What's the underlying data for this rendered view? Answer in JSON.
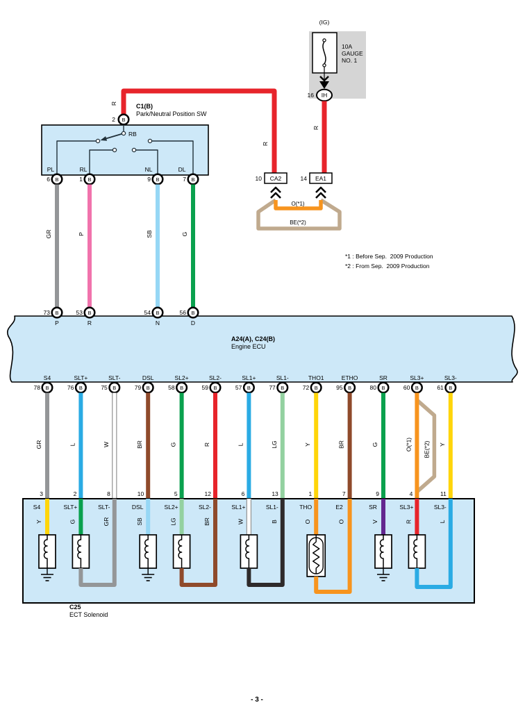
{
  "page": {
    "number": "- 3 -"
  },
  "colors": {
    "red": "#e7242b",
    "gray": "#949698",
    "pink": "#f173ac",
    "skyblue": "#96d7f5",
    "green": "#0aa14e",
    "blue": "#2aabe4",
    "white": "#ffffff",
    "brown": "#8f4a2b",
    "ltgreen": "#93d1a0",
    "yellow": "#ffd50a",
    "orange": "#f7941e",
    "beige": "#c0aa8e",
    "violet": "#63278f",
    "black": "#2e2a2b",
    "panel": "#cde8f8",
    "fuse_bg": "#d5d5d5",
    "line": "#22313a"
  },
  "fuse": {
    "ig": "(IG)",
    "rating": "10A\nGAUGE\nNO. 1",
    "pin": "16",
    "pin_label": "IH",
    "wire": "R"
  },
  "c1": {
    "code": "C1(B)",
    "name": "Park/Neutral Position SW",
    "top_pin": "2",
    "rb": "RB",
    "wire_up": "R",
    "wire_right": "R",
    "terminals": [
      {
        "label": "PL",
        "pin": "6",
        "wire": "GR",
        "color": "gray"
      },
      {
        "label": "RL",
        "pin": "1",
        "wire": "P",
        "color": "pink"
      },
      {
        "label": "NL",
        "pin": "9",
        "wire": "SB",
        "color": "skyblue"
      },
      {
        "label": "DL",
        "pin": "7",
        "wire": "G",
        "color": "green"
      }
    ]
  },
  "junction": {
    "left_pin": "10",
    "left": "CA2",
    "right_pin": "14",
    "right": "EA1",
    "wire1": "O(*1)",
    "wire2": "BE(*2)"
  },
  "notes": [
    "*1 : Before Sep.  2009 Production",
    "*2 : From Sep.  2009 Production"
  ],
  "ecu": {
    "code": "A24(A), C24(B)",
    "name": "Engine ECU",
    "pin_letter": "B",
    "top_pins": [
      {
        "no": "73",
        "label": "P"
      },
      {
        "no": "53",
        "label": "R"
      },
      {
        "no": "54",
        "label": "N"
      },
      {
        "no": "56",
        "label": "D"
      }
    ]
  },
  "columns": [
    {
      "ecu_label": "S4",
      "ecu_pin": "78",
      "wire": "GR",
      "color": "gray",
      "c25_pin": "3",
      "c25_label": "S4",
      "inner": "Y",
      "inner_color": "yellow",
      "comp": "coil",
      "gnd": true
    },
    {
      "ecu_label": "SLT+",
      "ecu_pin": "76",
      "wire": "L",
      "color": "blue",
      "c25_pin": "2",
      "c25_label": "SLT+",
      "inner": "G",
      "inner_color": "green",
      "comp": "coil"
    },
    {
      "ecu_label": "SLT-",
      "ecu_pin": "75",
      "wire": "W",
      "color": "white",
      "c25_pin": "8",
      "c25_label": "SLT-",
      "inner": "GR",
      "inner_color": "gray"
    },
    {
      "ecu_label": "DSL",
      "ecu_pin": "79",
      "wire": "BR",
      "color": "brown",
      "c25_pin": "10",
      "c25_label": "DSL",
      "inner": "SB",
      "inner_color": "skyblue",
      "comp": "coil",
      "gnd": true
    },
    {
      "ecu_label": "SL2+",
      "ecu_pin": "58",
      "wire": "G",
      "color": "green",
      "c25_pin": "5",
      "c25_label": "SL2+",
      "inner": "LG",
      "inner_color": "ltgreen",
      "comp": "coil"
    },
    {
      "ecu_label": "SL2-",
      "ecu_pin": "59",
      "wire": "R",
      "color": "red",
      "c25_pin": "12",
      "c25_label": "SL2-",
      "inner": "BR",
      "inner_color": "brown"
    },
    {
      "ecu_label": "SL1+",
      "ecu_pin": "57",
      "wire": "L",
      "color": "blue",
      "c25_pin": "6",
      "c25_label": "SL1+",
      "inner": "W",
      "inner_color": "white",
      "comp": "coil"
    },
    {
      "ecu_label": "SL1-",
      "ecu_pin": "77",
      "wire": "LG",
      "color": "ltgreen",
      "c25_pin": "13",
      "c25_label": "SL1-",
      "inner": "B",
      "inner_color": "black"
    },
    {
      "ecu_label": "THO1",
      "ecu_pin": "72",
      "wire": "Y",
      "color": "yellow",
      "c25_pin": "1",
      "c25_label": "THO",
      "inner": "O",
      "inner_color": "orange",
      "comp": "thermistor"
    },
    {
      "ecu_label": "ETHO",
      "ecu_pin": "95",
      "wire": "BR",
      "color": "brown",
      "c25_pin": "7",
      "c25_label": "E2",
      "inner": "O",
      "inner_color": "orange"
    },
    {
      "ecu_label": "SR",
      "ecu_pin": "80",
      "wire": "G",
      "color": "green",
      "c25_pin": "9",
      "c25_label": "SR",
      "inner": "V",
      "inner_color": "violet",
      "comp": "coil",
      "gnd": true
    },
    {
      "ecu_label": "SL3+",
      "ecu_pin": "60",
      "wire": "O(*1)",
      "color": "orange",
      "alt_wire": "BE(*2)",
      "alt_color": "beige",
      "c25_pin": "4",
      "c25_label": "SL3+",
      "inner": "R",
      "inner_color": "red",
      "comp": "coil"
    },
    {
      "ecu_label": "SL3-",
      "ecu_pin": "61",
      "wire": "Y",
      "color": "yellow",
      "c25_pin": "11",
      "c25_label": "SL3-",
      "inner": "L",
      "inner_color": "blue"
    }
  ],
  "c25": {
    "code": "C25",
    "name": "ECT Solenoid",
    "pairs": [
      [
        1,
        2
      ],
      [
        4,
        5
      ],
      [
        6,
        7
      ],
      [
        8,
        9
      ],
      [
        11,
        12
      ]
    ]
  }
}
